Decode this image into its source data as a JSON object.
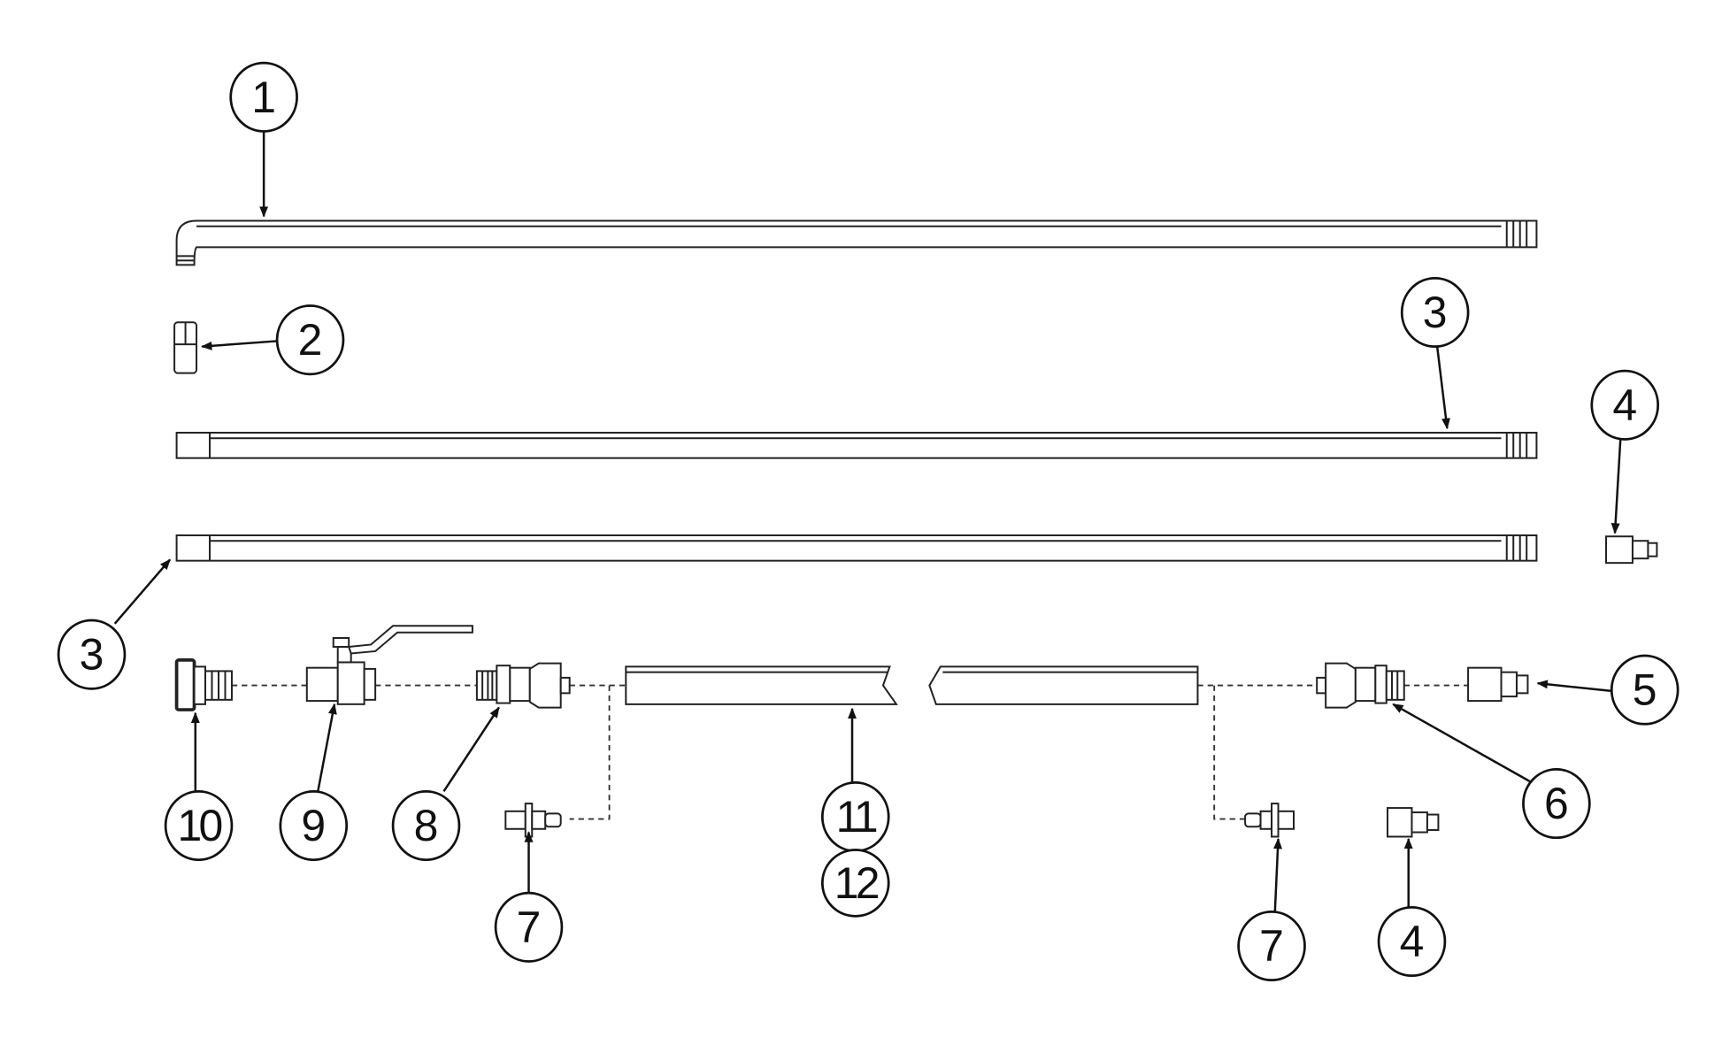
{
  "callouts": {
    "c1": "1",
    "c2": "2",
    "c3a": "3",
    "c3b": "3",
    "c4a": "4",
    "c4b": "4",
    "c5": "5",
    "c6": "6",
    "c7a": "7",
    "c7b": "7",
    "c8": "8",
    "c9": "9",
    "c10": "10",
    "c11": "11",
    "c12": "12"
  }
}
